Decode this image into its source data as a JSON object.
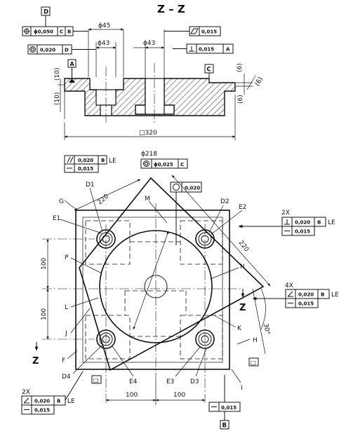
{
  "section_title": "Z – Z",
  "datum_labels": {
    "A": "A",
    "B": "B",
    "C": "C",
    "D": "D"
  },
  "section_view": {
    "dim_phi45": "ϕ45",
    "dim_phi43_left": "ϕ43",
    "dim_phi43_center": "ϕ43",
    "dim_320": "□320",
    "dim_10_top": "(10)",
    "dim_10_bottom": "(10)",
    "dim_6_a": "(6)",
    "dim_6_b": "(6)",
    "dim_6_c": "(6)",
    "fcf_position": {
      "symbol": "position",
      "tolerance": "ϕ0,050",
      "datums": [
        "C",
        "B"
      ]
    },
    "fcf_concentric_top": {
      "symbol": "concentricity",
      "tolerance": "0,020",
      "datums": [
        "D"
      ]
    },
    "fcf_cylindricity": {
      "symbol": "cylindricity",
      "tolerance": "0,015",
      "datums": []
    },
    "fcf_perpendicular": {
      "symbol": "perpendicularity",
      "tolerance": "0,015",
      "datums": [
        "A"
      ]
    }
  },
  "plan_view": {
    "dim_phi218": "ϕ218",
    "dim_220_top": "220",
    "dim_220_right": "220",
    "dim_100_left_top": "100",
    "dim_100_left_bottom": "100",
    "dim_100_bottom_left": "100",
    "dim_100_bottom_right": "100",
    "angle_30": "30°",
    "section_marker": "Z",
    "le_label": "LE",
    "fcf_parallel": {
      "symbol": "parallelism",
      "tolerance": "0,020",
      "datum": "B",
      "le": "LE",
      "flat_tol": "0,015"
    },
    "fcf_concentric_phi218": {
      "symbol": "concentricity",
      "tolerance": "ϕ0,025",
      "datum": "C"
    },
    "fcf_circularity": {
      "symbol": "circularity",
      "tolerance": "0,020"
    },
    "fcf_perp_2x": {
      "count": "2X",
      "symbol": "perpendicularity",
      "tolerance": "0,020",
      "datum": "B",
      "le": "LE",
      "flat_tol": "0,015"
    },
    "fcf_angularity_4x": {
      "count": "4X",
      "symbol": "angularity",
      "tolerance": "0,020",
      "datum": "B",
      "le": "LE",
      "flat_tol": "0,015"
    },
    "fcf_angularity_2x": {
      "count": "2X",
      "symbol": "angularity",
      "tolerance": "0,020",
      "datum": "B",
      "le": "LE",
      "flat_tol": "0,015"
    },
    "fcf_flatness_bottom": {
      "symbol": "flatness",
      "tolerance": "0,015"
    },
    "small_square_markers": [
      "□",
      "□"
    ],
    "letters": [
      "G",
      "E1",
      "D1",
      "M",
      "D2",
      "E2",
      "P",
      "N",
      "L",
      "K",
      "J",
      "H",
      "F",
      "D4",
      "E4",
      "E3",
      "D3",
      "I"
    ]
  }
}
